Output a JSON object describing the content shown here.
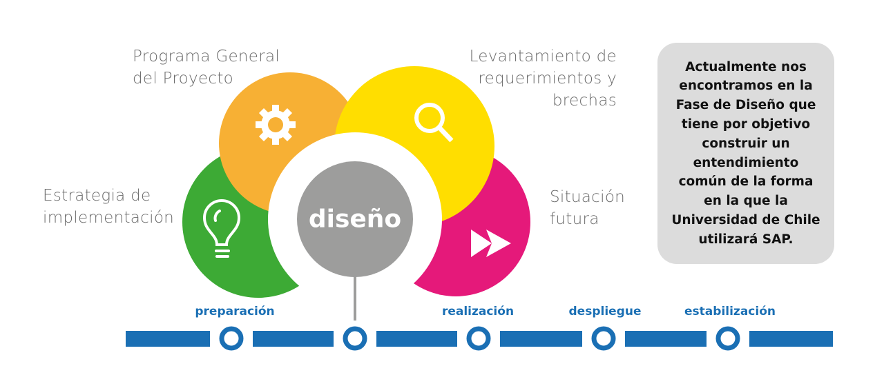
{
  "labels": {
    "programa": [
      "Programa General",
      "del Proyecto"
    ],
    "levantamiento": [
      "Levantamiento de",
      "requerimientos y",
      "brechas"
    ],
    "estrategia": [
      "Estrategia de",
      "implementación"
    ],
    "situacion": [
      "Situación",
      "futura"
    ]
  },
  "center": {
    "label": "diseño"
  },
  "info_box": {
    "lines": [
      "Actualmente nos",
      "encontramos en la",
      "Fase de Diseño que",
      "tiene por objetivo",
      "construir un",
      "entendimiento",
      "común de la forma",
      "en la que la",
      "Universidad de Chile",
      "utilizará SAP."
    ]
  },
  "timeline": {
    "phases": [
      "preparación",
      "realización",
      "despliegue",
      "estabilización"
    ]
  },
  "colors": {
    "green": "#3daa35",
    "orange": "#f7b034",
    "yellow": "#ffde00",
    "pink": "#e5197a",
    "gray": "#9d9d9c",
    "blue": "#1a6fb4",
    "box": "#dcdcdc"
  },
  "icons": [
    "lightbulb-icon",
    "gear-icon",
    "search-icon",
    "fast-forward-icon"
  ]
}
